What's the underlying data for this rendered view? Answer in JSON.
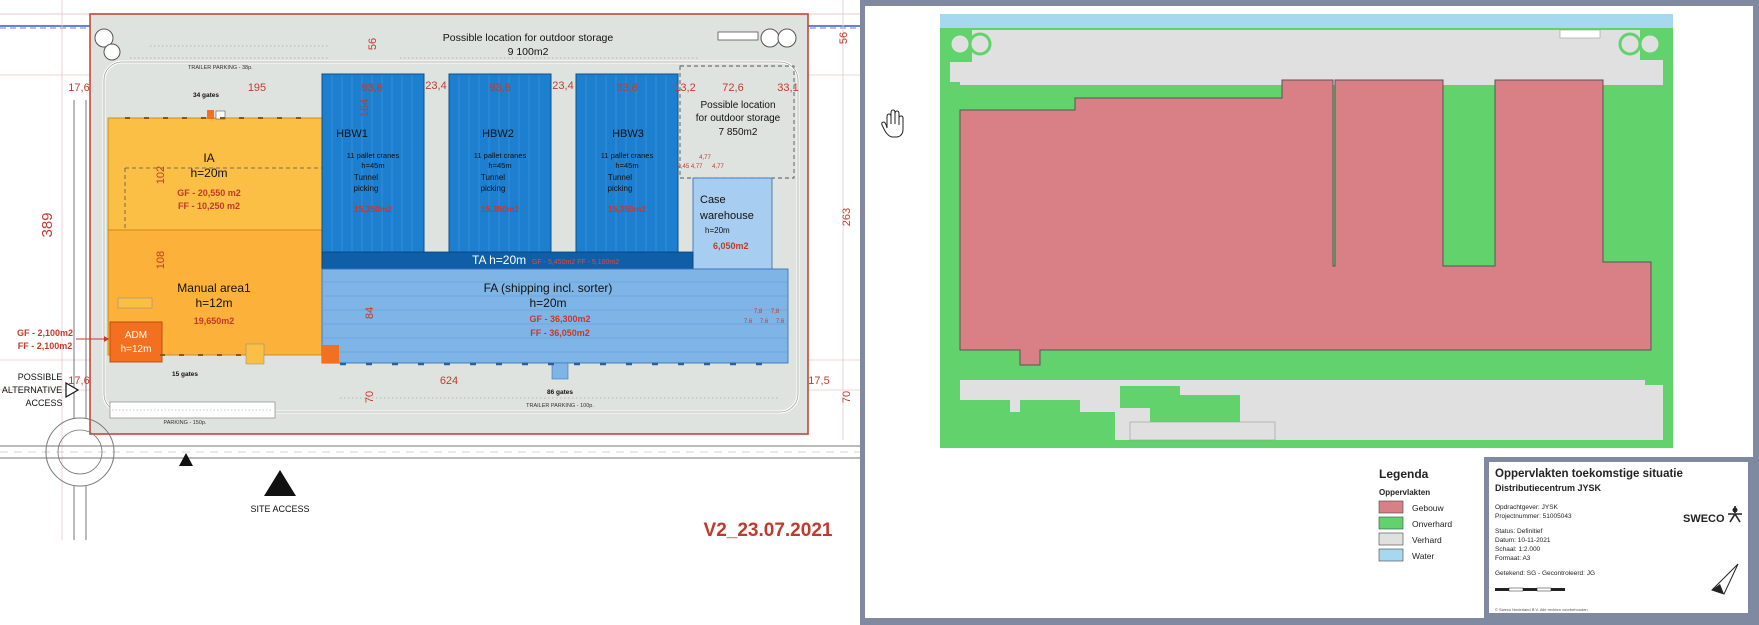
{
  "left_plan": {
    "outdoor_storage_top": {
      "title": "Possible location for outdoor storage",
      "area": "9 100m2"
    },
    "outdoor_storage_right": {
      "line1": "Possible location",
      "line2": "for outdoor storage",
      "area": "7 850m2"
    },
    "trailer_parking_top": "TRAILER PARKING - 38p.",
    "trailer_parking_bottom": "TRAILER PARKING - 100p.",
    "parking_bottom": "PARKING - 150p.",
    "gates_top": "34 gates",
    "gates_bottom_left": "15 gates",
    "gates_bottom": "86 gates",
    "ia": {
      "name": "IA",
      "height": "h=20m",
      "gf": "GF - 20,550 m2",
      "ff": "FF - 10,250 m2"
    },
    "hbw": [
      {
        "name": "HBW1",
        "cranes": "11 pallet cranes",
        "height": "h=45m",
        "picking1": "Tunnel",
        "picking2": "picking",
        "area": "15,350m2"
      },
      {
        "name": "HBW2",
        "cranes": "11 pallet cranes",
        "height": "h=45m",
        "picking1": "Tunnel",
        "picking2": "picking",
        "area": "15,350m2"
      },
      {
        "name": "HBW3",
        "cranes": "11 pallet cranes",
        "height": "h=45m",
        "picking1": "Tunnel",
        "picking2": "picking",
        "area": "15,350m2"
      }
    ],
    "case_warehouse": {
      "line1": "Case",
      "line2": "warehouse",
      "height": "h=20m",
      "area": "6,050m2"
    },
    "ta": {
      "label": "TA h=20m",
      "extra": "GF - 5,450m2 FF - 5,100m2"
    },
    "manual": {
      "name": "Manual area1",
      "height": "h=12m",
      "area": "19,650m2"
    },
    "fa": {
      "name": "FA (shipping incl. sorter)",
      "height": "h=20m",
      "gf": "GF - 36,300m2",
      "ff": "FF - 36,050m2"
    },
    "adm": {
      "name": "ADM",
      "height": "h=12m",
      "gf": "GF - 2,100m2",
      "ff": "FF - 2,100m2"
    },
    "access_alt": {
      "line1": "POSSIBLE",
      "line2": "ALTERNATIVE",
      "line3": "ACCESS"
    },
    "site_access": "SITE ACCESS",
    "version": "V2_23.07.2021",
    "dims": {
      "d17_6_top": "17,6",
      "d195": "195",
      "d93_6_a": "93,6",
      "d23_4_a": "23,4",
      "d93_6_b": "93,6",
      "d23_4_b": "23,4",
      "d93_6_c": "93,6",
      "d13_2": "13,2",
      "d72_6": "72,6",
      "d33_1": "33,1",
      "d56_left": "56",
      "d56_right": "56",
      "d389": "389",
      "d263": "263",
      "d102": "102",
      "d108": "108",
      "d164": "164",
      "d84": "84",
      "d17_6_bottom": "17,6",
      "d624": "624",
      "d17_5": "17,5",
      "d70_a": "70",
      "d70_b": "70",
      "d4_77_a": "4,77",
      "d4_77_b": "2,45 4,77",
      "d4_77_c": "4,77",
      "d7_8_a": "7,8",
      "d7_8_b": "7,8",
      "d7_6_a": "7,6",
      "d7_6_b": "7,6",
      "d7_6_c": "7,6"
    }
  },
  "right_map": {
    "legend": {
      "title": "Legenda",
      "subtitle": "Oppervlakten",
      "items": [
        {
          "label": "Gebouw",
          "color": "#d88086"
        },
        {
          "label": "Onverhard",
          "color": "#62d36c"
        },
        {
          "label": "Verhard",
          "color": "#e0e0e0"
        },
        {
          "label": "Water",
          "color": "#a6d9f0"
        }
      ]
    },
    "title_block": {
      "title": "Oppervlakten toekomstige situatie",
      "subtitle": "Distributiecentrum JYSK",
      "client": "Opdrachtgever: JYSK",
      "project": "Projectnummer: 51005043",
      "status": "Status: Definitief",
      "date": "Datum: 10-11-2021",
      "scale": "Schaal: 1:2.000",
      "format": "Formaat: A3",
      "drawn": "Getekend: SG - Gecontroleerd: JG",
      "logo": "SWECO",
      "copyright": "© Sweco Nederland B.V. Alle rechten voorbehouden"
    }
  },
  "colors": {
    "building": "#d88086",
    "unpaved": "#62d36c",
    "paved": "#e0e0e0",
    "water": "#a6d9f0",
    "frame": "#7f8aa0",
    "ia_orange": "#fbbf45",
    "hbw_blue": "#1d7fd0",
    "fa_blue": "#7fb5e6",
    "ta_blue": "#0f5ea8",
    "adm_orange": "#f37020",
    "dim_red": "#c43a2a"
  }
}
